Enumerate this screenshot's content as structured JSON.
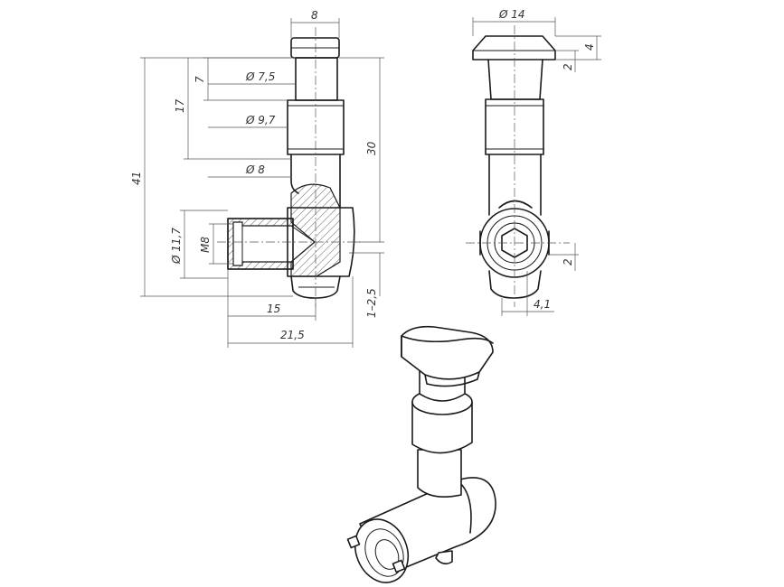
{
  "drawing": {
    "dimensions": {
      "top_width": "8",
      "dia_7_5": "Ø 7,5",
      "dia_9_7": "Ø 9,7",
      "dia_8": "Ø 8",
      "dim_7": "7",
      "dim_17": "17",
      "dim_41": "41",
      "dim_30": "30",
      "dia_11_7": "Ø 11,7",
      "thread_m8": "M8",
      "dim_15": "15",
      "dim_21_5": "21,5",
      "dim_1_2_5": "1–2,5",
      "dia_14": "Ø 14",
      "dim_4": "4",
      "dim_2_top": "2",
      "dim_2_side": "2",
      "dim_4_1": "4,1"
    }
  }
}
